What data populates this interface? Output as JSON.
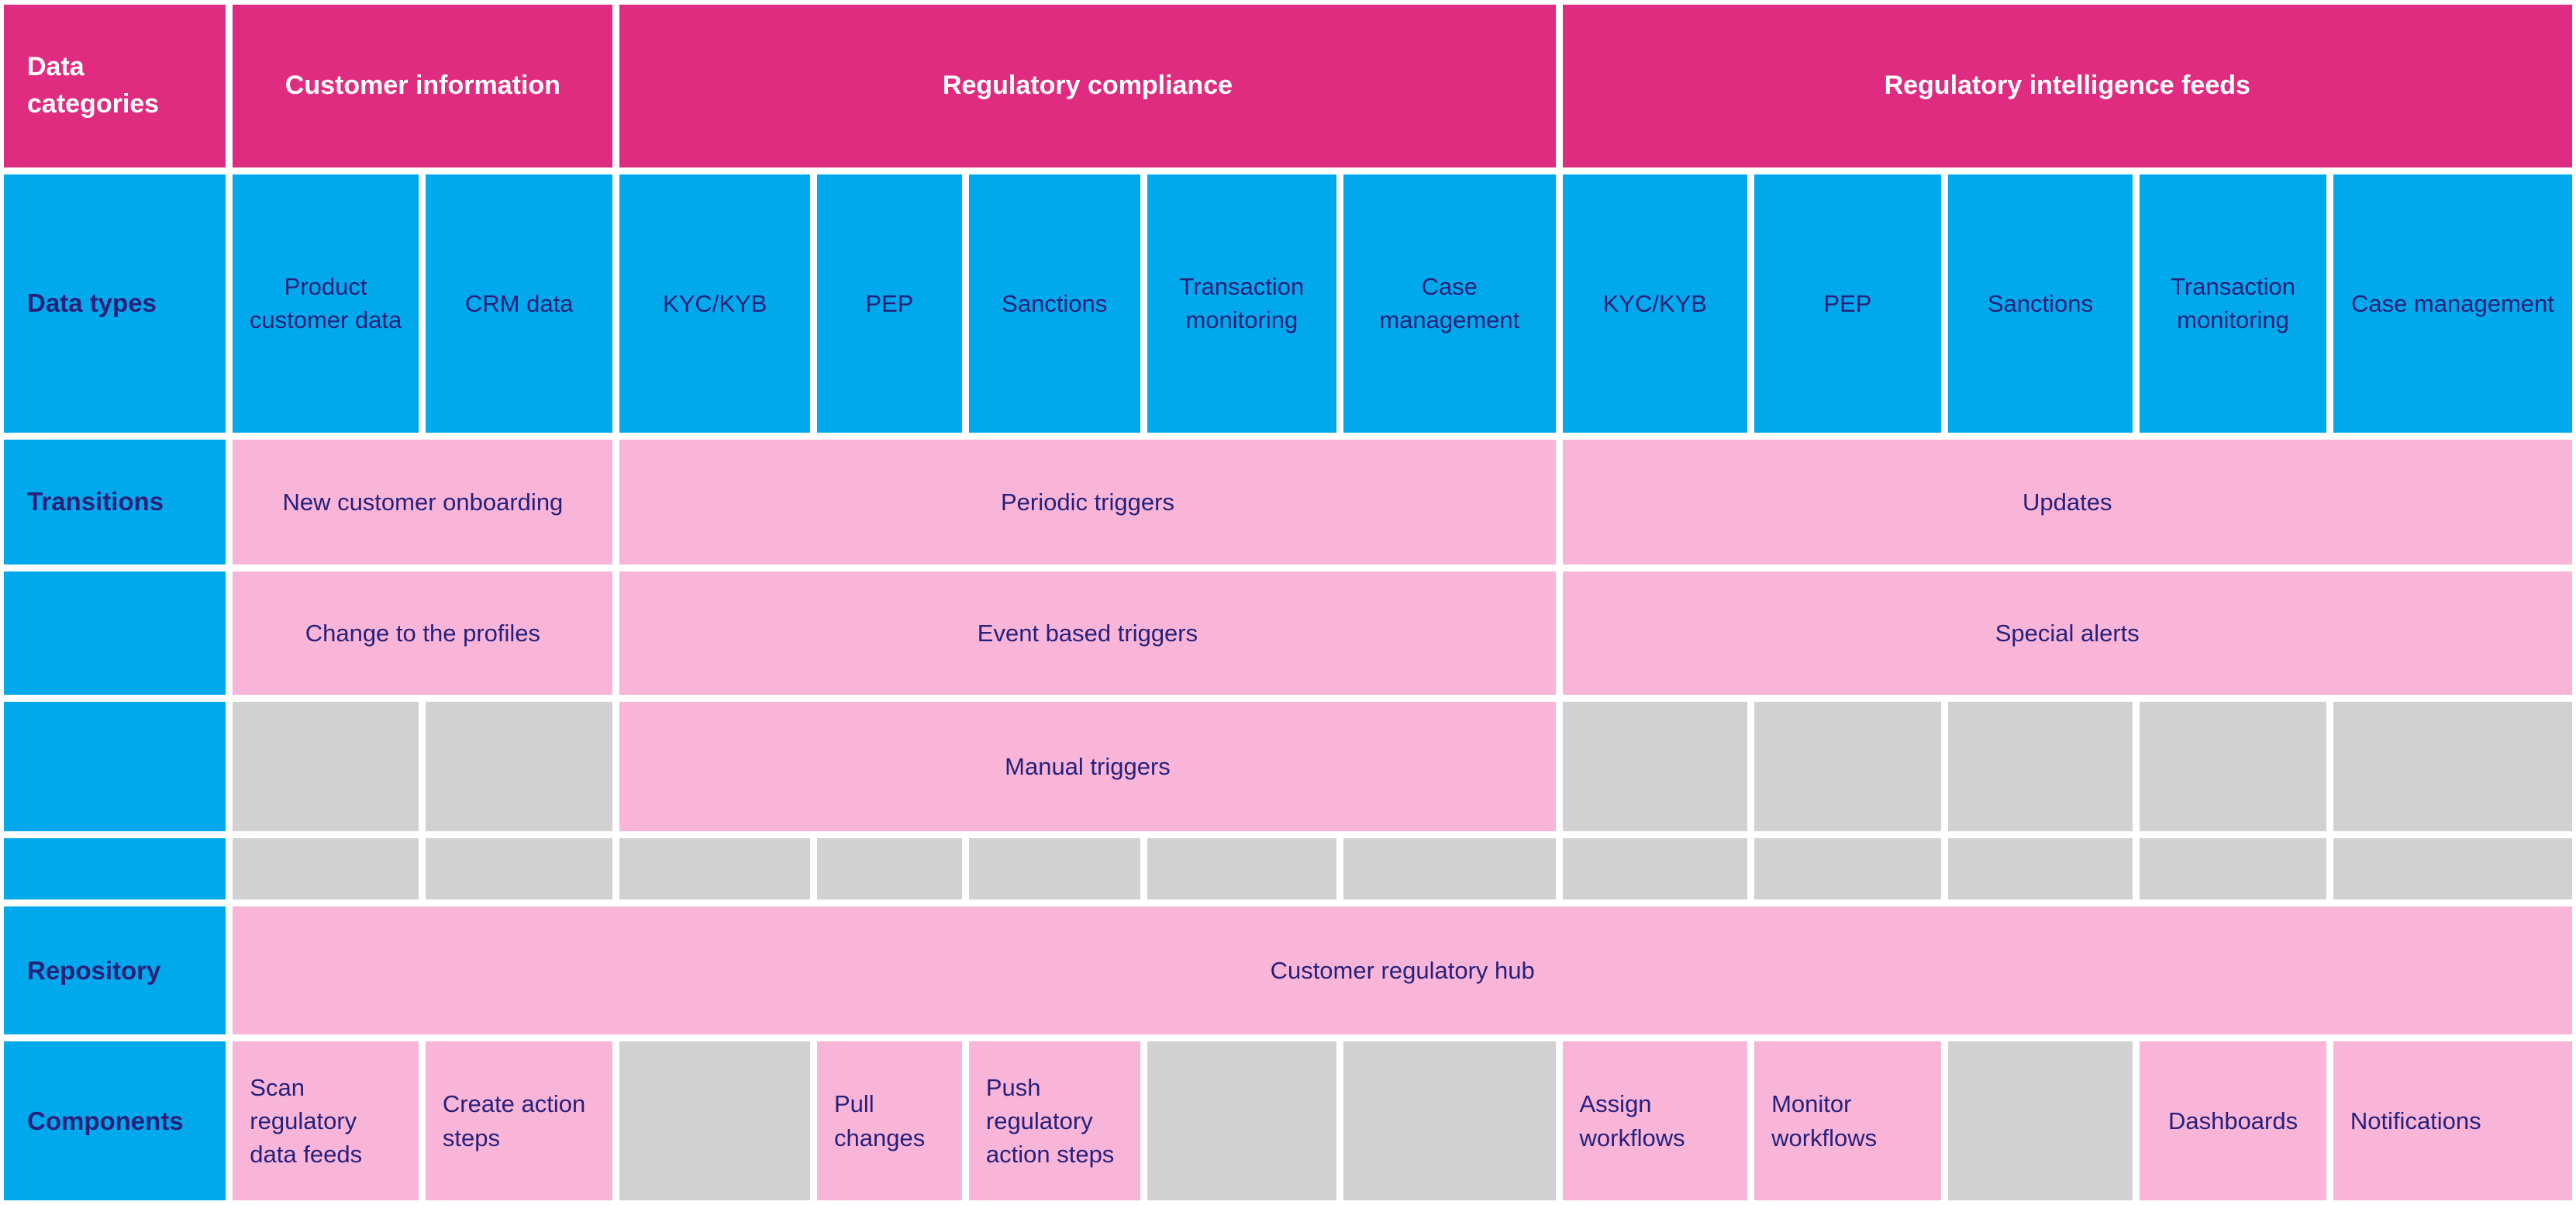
{
  "table": {
    "header_row": {
      "label": "Data categories",
      "groups": [
        "Customer information",
        "Regulatory compliance",
        "Regulatory intelligence feeds"
      ]
    },
    "data_types_row": {
      "label": "Data types",
      "cells": [
        "Product customer data",
        "CRM data",
        "KYC/KYB",
        "PEP",
        "Sanctions",
        "Transaction monitoring",
        "Case management",
        "KYC/KYB",
        "PEP",
        "Sanctions",
        "Transaction monitoring",
        "Case management"
      ]
    },
    "transitions_rows": {
      "label": "Transitions",
      "row1": {
        "customer_information": "New customer onboarding",
        "regulatory_compliance": "Periodic triggers",
        "regulatory_intelligence_feeds": "Updates"
      },
      "row2": {
        "customer_information": "Change to the profiles",
        "regulatory_compliance": "Event based triggers",
        "regulatory_intelligence_feeds": "Special alerts"
      },
      "row3": {
        "regulatory_compliance": "Manual triggers"
      }
    },
    "repository_row": {
      "label": "Repository",
      "hub": "Customer regulatory hub"
    },
    "components_row": {
      "label": "Components",
      "scan": "Scan regulatory data feeds",
      "create": "Create action steps",
      "pull": "Pull changes",
      "push": "Push regulatory action steps",
      "assign": "Assign workflows",
      "monitor": "Monitor workflows",
      "dashboards": "Dashboards",
      "notifications": "Notifications"
    }
  },
  "colors": {
    "magenta": "#E02C80",
    "blue": "#00A9EC",
    "pink": "#F8B5D8",
    "gray": "#D1D1D1",
    "navy_text": "#26207B",
    "white_text": "#FFFFFF"
  }
}
